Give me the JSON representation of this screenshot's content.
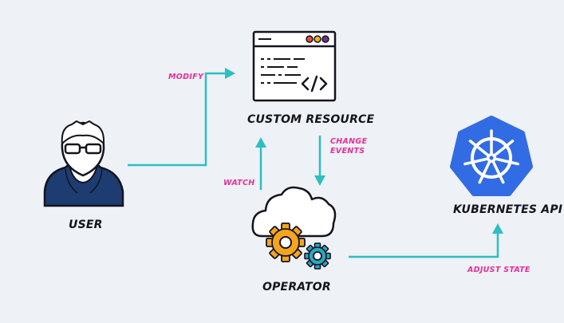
{
  "colors": {
    "background": "#eef1f5",
    "arrow": "#2bbfc4",
    "edge_label": "#e62f9a",
    "node_label": "#14141e",
    "gear_orange": "#f5a51b",
    "gear_teal": "#2aa7c1",
    "user_blue": "#1d3c71",
    "kubernetes_blue": "#326ce5",
    "window_dots": [
      "#e84a3c",
      "#f5b21b",
      "#7a2f8a"
    ]
  },
  "nodes": {
    "custom_resource": {
      "label": "CUSTOM RESOURCE",
      "icon": "code-window-icon"
    },
    "user": {
      "label": "USER",
      "icon": "user-avatar-icon"
    },
    "operator": {
      "label": "OPERATOR",
      "icon": "cloud-gears-icon"
    },
    "kubernetes_api": {
      "label": "KUBERNETES API",
      "icon": "kubernetes-helm-icon"
    }
  },
  "edges": {
    "modify": "MODIFY",
    "change_events_line1": "CHANGE",
    "change_events_line2": "EVENTS",
    "watch": "WATCH",
    "adjust_state": "ADJUST STATE"
  }
}
